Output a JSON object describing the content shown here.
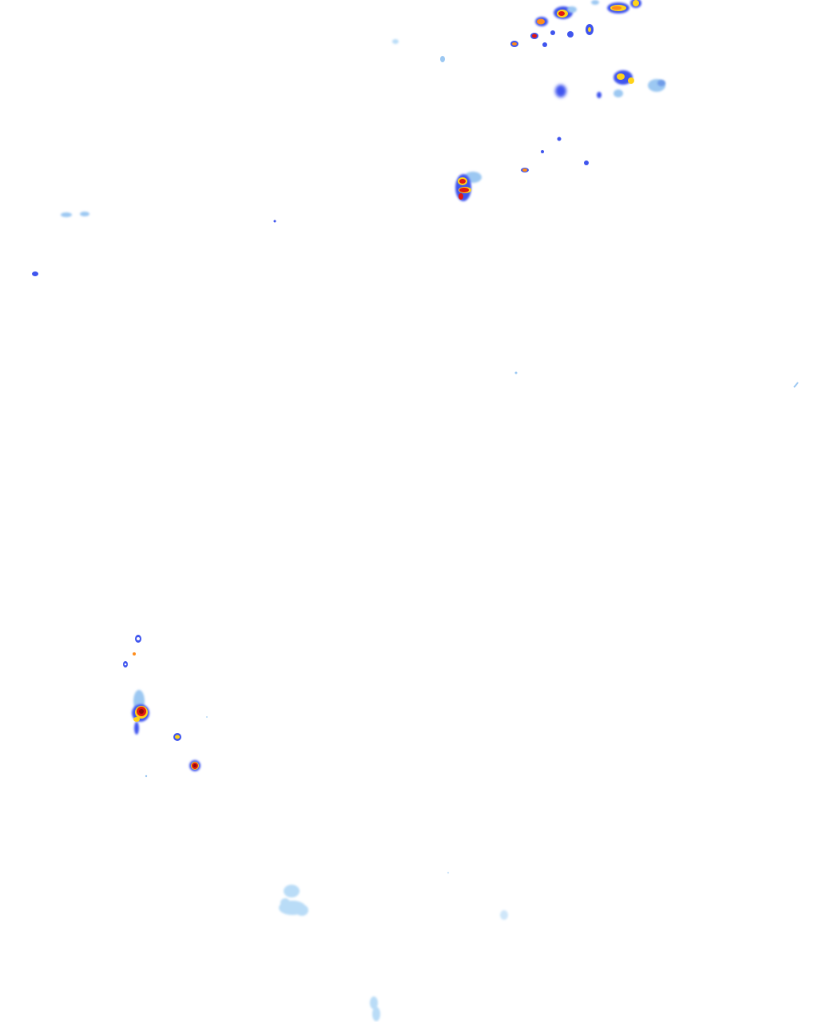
{
  "layer": {
    "type": "precipitation-radar-overlay",
    "background": "#ffffff"
  },
  "palette": {
    "light": "#b9dcf7",
    "moderate": "#9cc8f2",
    "heavy": "#3f55ee",
    "intense": "#1f2fd6",
    "core_yellow": "#ffd319",
    "core_orange": "#ff8c1a",
    "core_red": "#e01812",
    "core_darkred": "#8e0c0c"
  },
  "echo_groups": [
    "northeast-storm-cluster",
    "central-north-cell-complex",
    "west-isolated-echoes",
    "southwest-storm-cluster",
    "south-light-precipitation"
  ]
}
